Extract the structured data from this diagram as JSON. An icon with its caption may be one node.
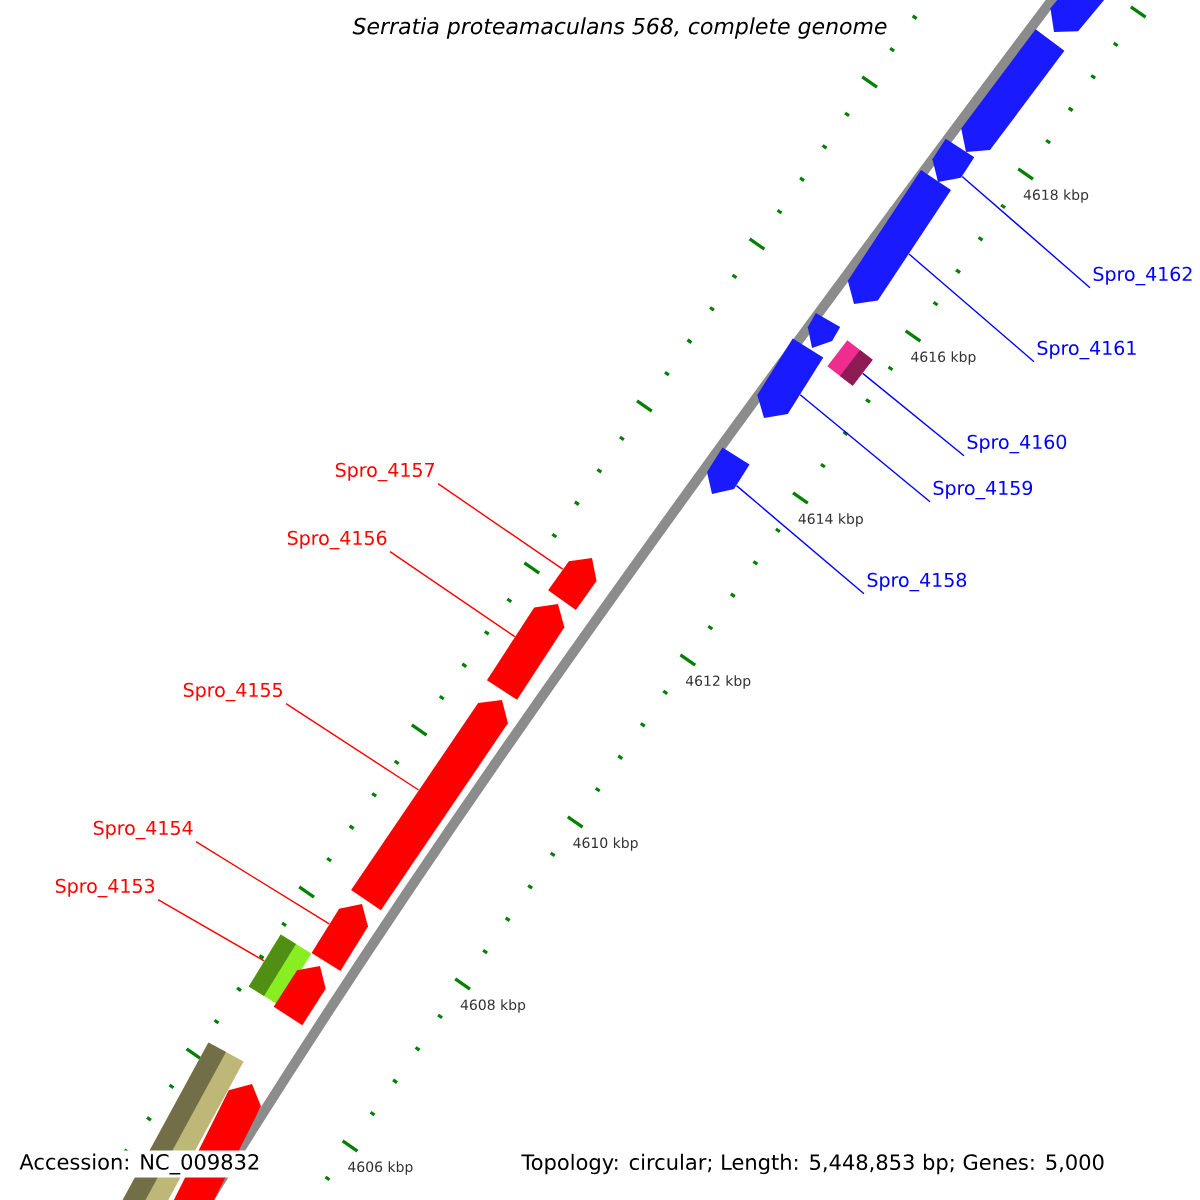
{
  "diagram": {
    "title": "Serratia proteamaculans 568, complete genome",
    "nodes": [
      {
        "text": [
          "Spro_4157"
        ]
      },
      {
        "text": [
          "Spro_4156"
        ]
      },
      {
        "text": [
          "Spro_4155"
        ]
      },
      {
        "text": [
          "Spro_4154"
        ]
      },
      {
        "text": [
          "Spro_4153"
        ]
      },
      {
        "text": [
          "Spro_4162"
        ]
      },
      {
        "text": [
          "Spro_4161"
        ]
      },
      {
        "text": [
          "Spro_4160"
        ]
      },
      {
        "text": [
          "Spro_4159"
        ]
      },
      {
        "text": [
          "Spro_4158"
        ]
      },
      {
        "text": [],
        "shape": "arrow"
      },
      {
        "text": [],
        "shape": "arrow"
      },
      {
        "text": [],
        "shape": "arrow"
      },
      {
        "text": [],
        "shape": "arrow"
      },
      {
        "text": [],
        "shape": "arrow"
      },
      {
        "text": [],
        "shape": "bar"
      },
      {
        "text": [],
        "shape": "arrow"
      },
      {
        "text": [],
        "shape": "arrow"
      },
      {
        "text": [],
        "shape": "arrow"
      },
      {
        "text": [],
        "shape": "arrow"
      },
      {
        "text": [],
        "shape": "arrow"
      },
      {
        "text": [],
        "shape": "arrow"
      },
      {
        "text": [],
        "shape": "bar"
      },
      {
        "text": [],
        "shape": "arrow"
      },
      {
        "text": [],
        "shape": "bar"
      },
      {
        "text": [],
        "shape": "arrow"
      }
    ],
    "edges": [
      {
        "from": 0,
        "to": 18,
        "arrow": "none",
        "color": "#ff0000"
      },
      {
        "from": 1,
        "to": 19,
        "arrow": "none",
        "color": "#ff0000"
      },
      {
        "from": 2,
        "to": 20,
        "arrow": "none",
        "color": "#ff0000"
      },
      {
        "from": 3,
        "to": 21,
        "arrow": "none",
        "color": "#ff0000"
      },
      {
        "from": 4,
        "to": 22,
        "arrow": "none",
        "color": "#ff0000"
      },
      {
        "from": 5,
        "to": 12,
        "arrow": "none",
        "color": "#0000ff"
      },
      {
        "from": 6,
        "to": 13,
        "arrow": "none",
        "color": "#0000ff"
      },
      {
        "from": 7,
        "to": 15,
        "arrow": "none",
        "color": "#0000ff"
      },
      {
        "from": 8,
        "to": 16,
        "arrow": "none",
        "color": "#0000ff"
      },
      {
        "from": 9,
        "to": 17,
        "arrow": "none",
        "color": "#0000ff"
      }
    ],
    "labels": [
      "4618 kbp",
      "4616 kbp",
      "4614 kbp",
      "4612 kbp",
      "4610 kbp",
      "4608 kbp",
      "4606 kbp",
      "Accession: NC_009832",
      "Topology: circular; Length: 5,448,853 bp; Genes: 5,000"
    ]
  }
}
